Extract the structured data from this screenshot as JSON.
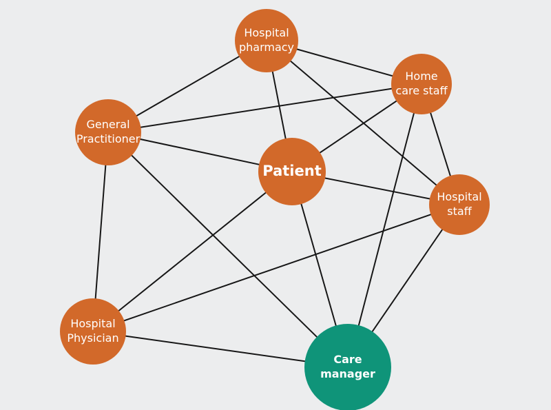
{
  "colors": {
    "background": "#ecedee",
    "role_node": "#d2692a",
    "care_manager_node": "#0f9479",
    "edge": "#161616",
    "label": "#ffffff"
  },
  "nodes": [
    {
      "id": "hospital-pharmacy",
      "lines": [
        "Hospital",
        "pharmacy"
      ],
      "color": "#d2692a"
    },
    {
      "id": "home-care-staff",
      "lines": [
        "Home",
        "care staff"
      ],
      "color": "#d2692a"
    },
    {
      "id": "general-practitioner",
      "lines": [
        "General",
        "Practitioner"
      ],
      "color": "#d2692a"
    },
    {
      "id": "patient",
      "lines": [
        "Patient"
      ],
      "color": "#d2692a"
    },
    {
      "id": "hospital-staff",
      "lines": [
        "Hospital",
        "staff"
      ],
      "color": "#d2692a"
    },
    {
      "id": "hospital-physician",
      "lines": [
        "Hospital",
        "Physician"
      ],
      "color": "#d2692a"
    },
    {
      "id": "care-manager",
      "lines": [
        "Care",
        "manager"
      ],
      "color": "#0f9479"
    }
  ],
  "edges": [
    [
      "hospital-pharmacy",
      "home-care-staff"
    ],
    [
      "hospital-pharmacy",
      "general-practitioner"
    ],
    [
      "hospital-pharmacy",
      "patient"
    ],
    [
      "hospital-pharmacy",
      "hospital-staff"
    ],
    [
      "home-care-staff",
      "general-practitioner"
    ],
    [
      "home-care-staff",
      "patient"
    ],
    [
      "home-care-staff",
      "hospital-staff"
    ],
    [
      "home-care-staff",
      "care-manager"
    ],
    [
      "general-practitioner",
      "patient"
    ],
    [
      "general-practitioner",
      "hospital-physician"
    ],
    [
      "general-practitioner",
      "care-manager"
    ],
    [
      "patient",
      "hospital-staff"
    ],
    [
      "patient",
      "hospital-physician"
    ],
    [
      "patient",
      "care-manager"
    ],
    [
      "hospital-staff",
      "hospital-physician"
    ],
    [
      "hospital-staff",
      "care-manager"
    ],
    [
      "hospital-physician",
      "care-manager"
    ]
  ]
}
